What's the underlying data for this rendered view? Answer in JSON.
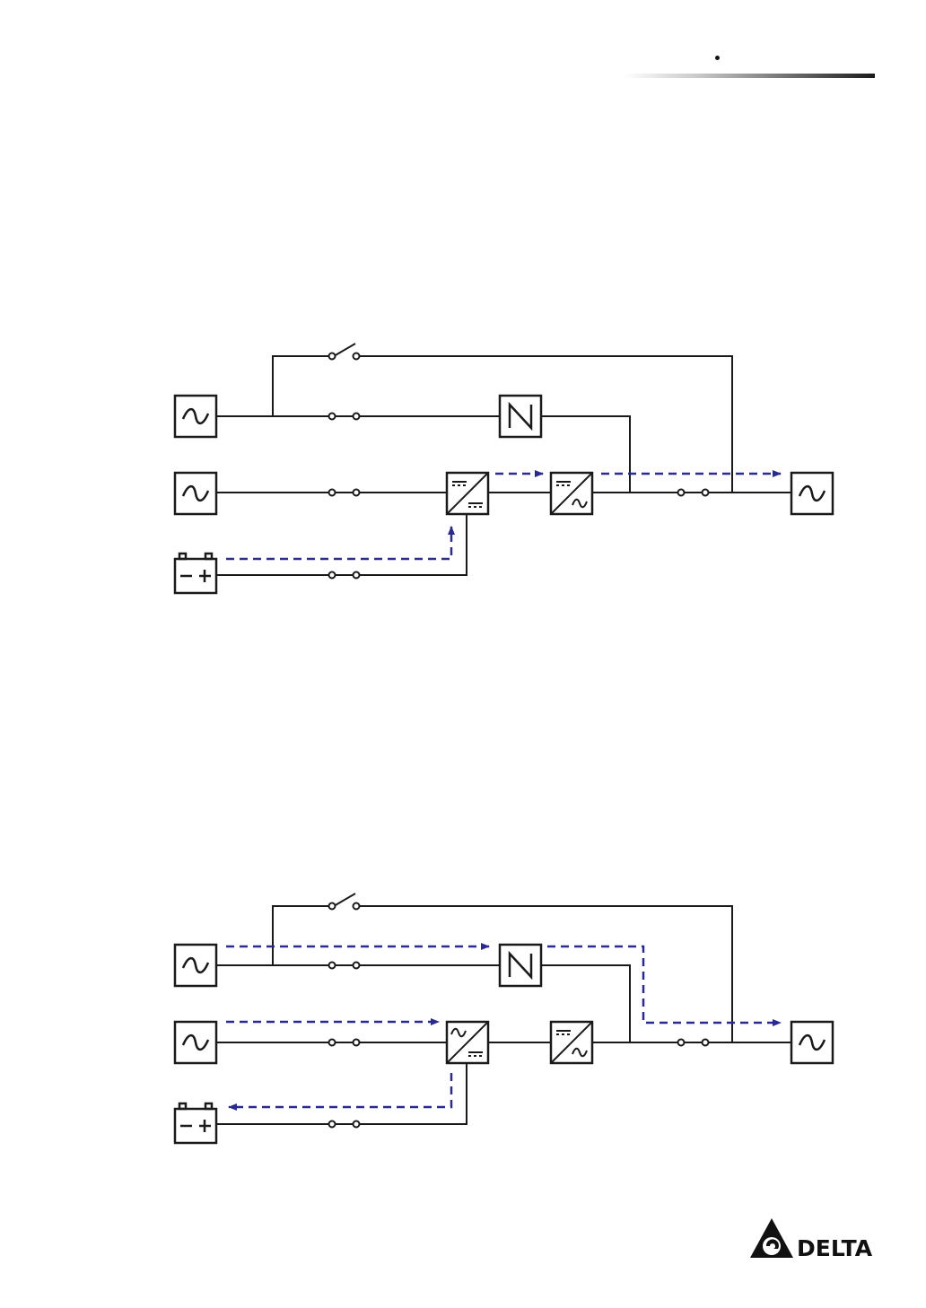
{
  "colors": {
    "line": "#1a1a1a",
    "flow": "#2a2a8f",
    "accent": "#111111"
  },
  "diagrams": [
    {
      "mode": "battery-supply",
      "flow_paths": [
        "battery-to-rectifier",
        "rectifier-to-inverter",
        "inverter-to-load"
      ]
    },
    {
      "mode": "normal-charging",
      "flow_paths": [
        "bypass-input-to-switch-to-load",
        "main-input-to-rectifier",
        "rectifier-to-battery"
      ]
    }
  ],
  "icons": {
    "ac_source": "sine-wave-icon",
    "battery": "battery-icon",
    "static_switch": "thyristor-icon",
    "rectifier": "ac-dc-converter-icon",
    "inverter": "dc-ac-converter-icon",
    "breaker": "breaker-icon"
  },
  "logo": {
    "text": "DELTA"
  }
}
